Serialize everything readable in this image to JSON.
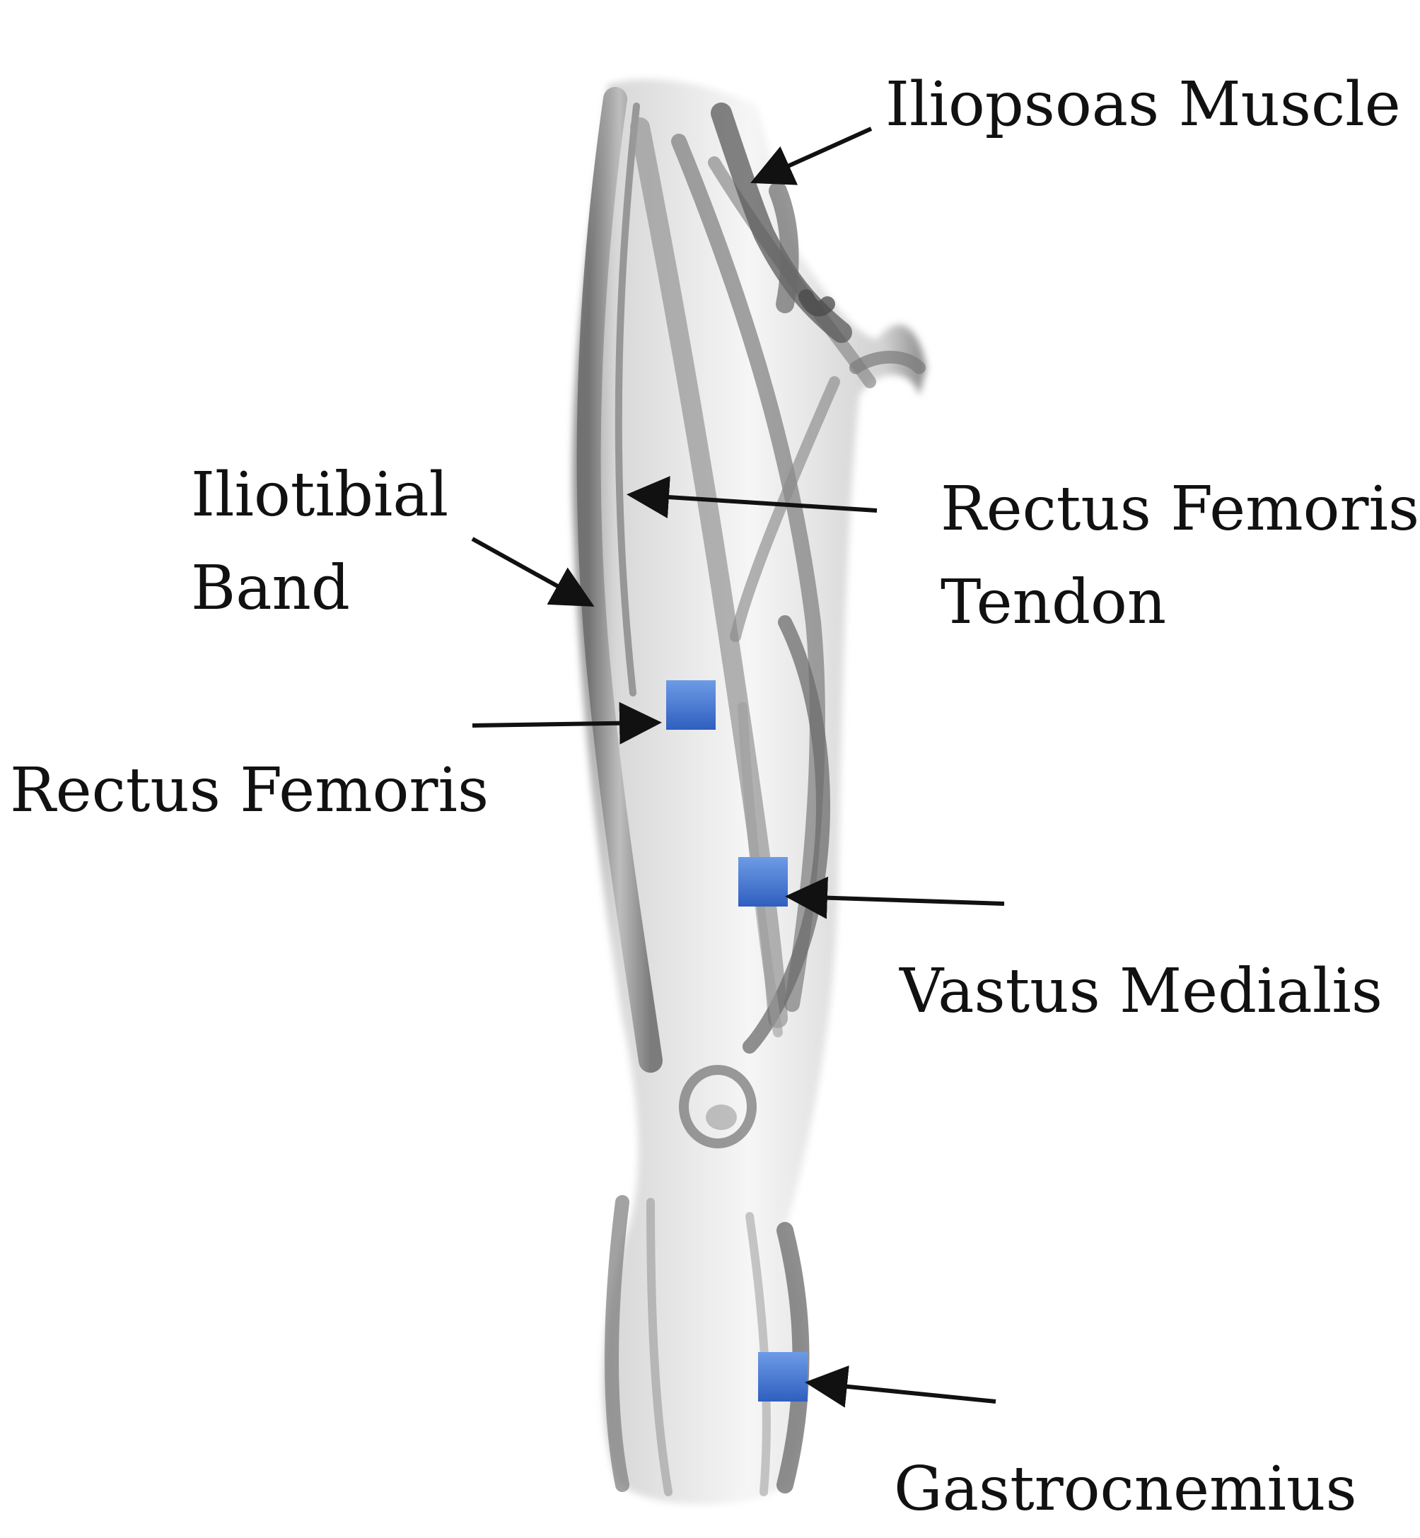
{
  "colors": {
    "electrode": "#3a6fcf",
    "electrode_highlight": "#6e9be6",
    "arrow": "#111111",
    "muscle_dark": "#5a5a5a",
    "muscle_mid": "#8a8a8a",
    "muscle_light": "#d4d4d4"
  },
  "labels": {
    "iliopsoas": "Iliopsoas Muscle",
    "iliotibial_line1": "Iliotibial",
    "iliotibial_line2": "Band",
    "rf_tendon_line1": "Rectus Femoris",
    "rf_tendon_line2": "Tendon",
    "rectus_femoris": "Rectus Femoris",
    "vastus_medialis": "Vastus Medialis",
    "gastrocnemius": "Gastrocnemius"
  },
  "icons": {
    "electrode": "blue-square-electrode",
    "arrow": "black-arrow"
  }
}
